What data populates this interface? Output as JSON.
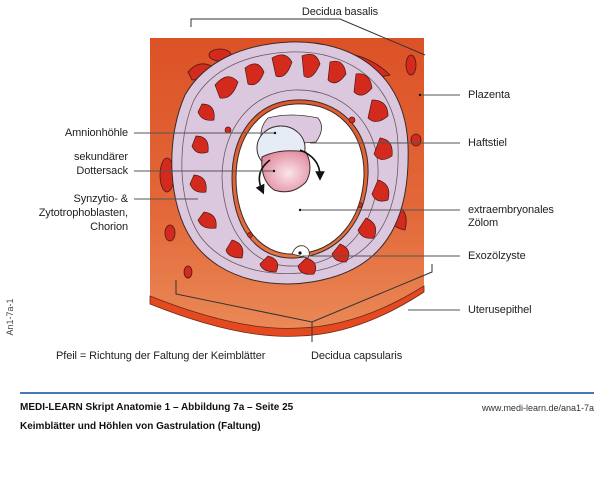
{
  "figure": {
    "labels": {
      "decidua_basalis": "Decidua basalis",
      "plazenta": "Plazenta",
      "amnionhoehle": "Amnionhöhle",
      "haftstiel": "Haftstiel",
      "dottersack_line1": "sekundärer",
      "dottersack_line2": "Dottersack",
      "trophoblast_line1": "Synzytio- &",
      "trophoblast_line2": "Zytotrophoblasten,",
      "trophoblast_line3": "Chorion",
      "zoelom_line1": "extraembryonales",
      "zoelom_line2": "Zölom",
      "exozoelzyste": "Exozölzyste",
      "uterusepithel": "Uterusepithel",
      "decidua_capsularis": "Decidua capsularis"
    },
    "legend": "Pfeil = Richtung der Faltung der Keimblätter",
    "side_code": "An1-7a-1",
    "colors": {
      "decidua": "#e0582a",
      "decidua_light": "#e8804e",
      "blood": "#d42a1e",
      "chorion": "#dcc8de",
      "chorion_dark": "#c6a8c8",
      "amnion": "#e6ecf6",
      "yolk_sac": "#e58fa0",
      "outline": "#3a2a2a"
    }
  },
  "footer": {
    "title": "MEDI-LEARN Skript Anatomie 1 – Abbildung 7a – Seite 25",
    "subtitle": "Keimblätter und Höhlen von Gastrulation (Faltung)",
    "url": "www.medi-learn.de/ana1-7a",
    "rule_color": "#4a78b5"
  }
}
